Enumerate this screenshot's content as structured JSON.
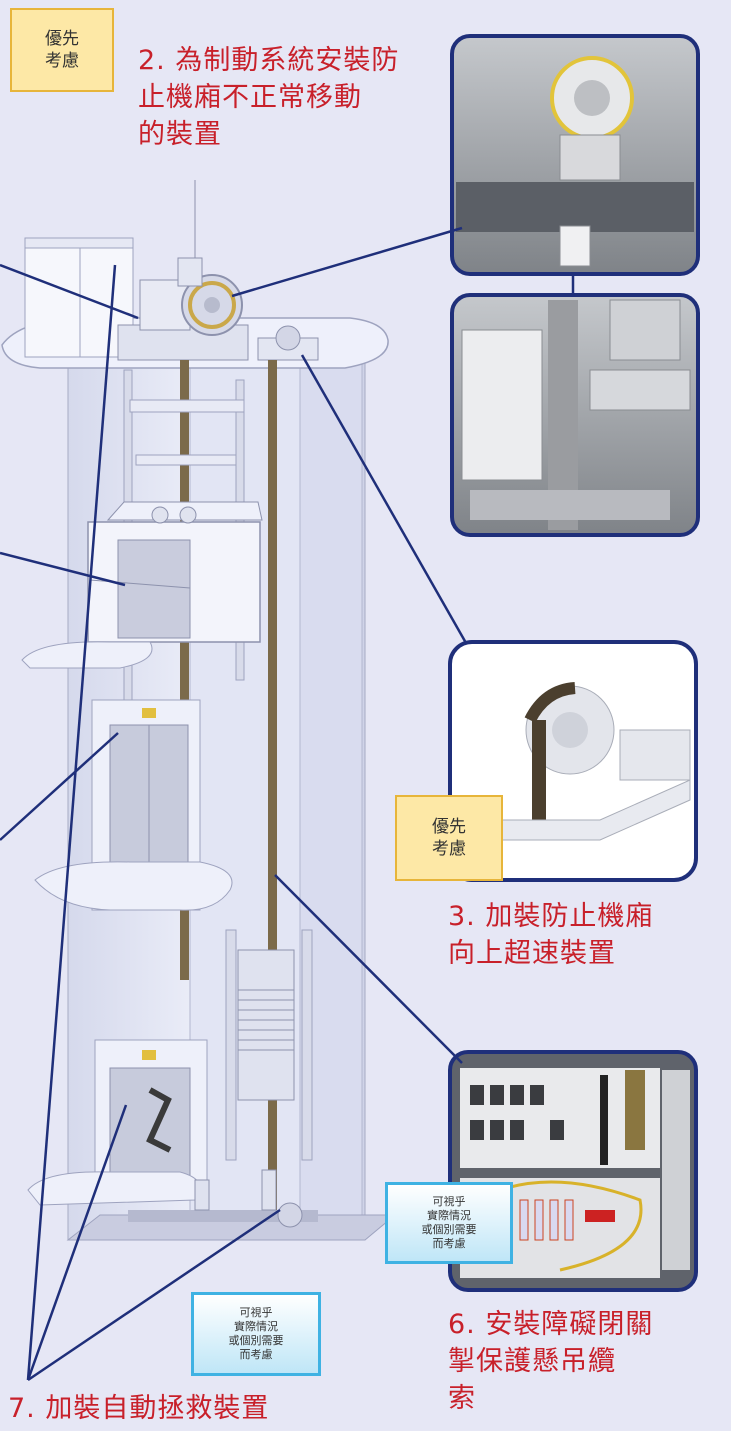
{
  "labels": {
    "priority_top": "優先\n考慮",
    "priority_mid": "優先\n考慮",
    "caption_2": "2.  為制動系統安裝防\n    止機廂不正常移動\n    的裝置",
    "caption_3": "3.  加裝防止機廂\n    向上超速裝置",
    "caption_6": "6.  安裝障礙閉關\n    掣保護懸吊纜\n    索",
    "caption_7": "7.  加裝自動拯救裝置",
    "consider_right": "可視乎\n實際情況\n或個別需要\n而考慮",
    "consider_bottom": "可視乎\n實際情況\n或個別需要\n而考慮"
  },
  "colors": {
    "caption": "#c8202a",
    "leader": "#1f2f7a",
    "priority_bg": "#fde8a6",
    "consider_border": "#3fb2e3"
  }
}
